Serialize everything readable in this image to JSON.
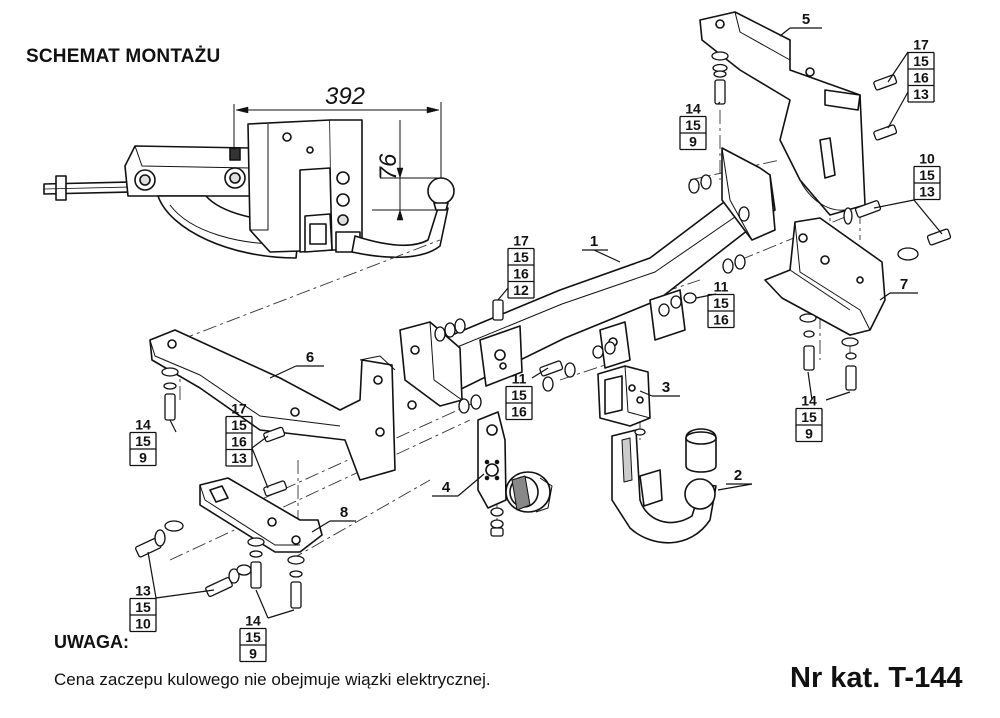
{
  "header": {
    "title": "SCHEMAT MONTAŻU"
  },
  "dimensions": {
    "width_label": "392",
    "height_label": "76"
  },
  "parts": [
    {
      "id": "part-1",
      "label": "1"
    },
    {
      "id": "part-2",
      "label": "2"
    },
    {
      "id": "part-3",
      "label": "3"
    },
    {
      "id": "part-4",
      "label": "4"
    },
    {
      "id": "part-5",
      "label": "5"
    },
    {
      "id": "part-6",
      "label": "6"
    },
    {
      "id": "part-7",
      "label": "7"
    },
    {
      "id": "part-8",
      "label": "8"
    }
  ],
  "stacks": [
    {
      "id": "s1",
      "rows": [
        "17",
        "15",
        "16",
        "13"
      ]
    },
    {
      "id": "s2",
      "rows": [
        "14",
        "15",
        "9"
      ]
    },
    {
      "id": "s3",
      "rows": [
        "10",
        "15",
        "13"
      ]
    },
    {
      "id": "s4",
      "rows": [
        "17",
        "15",
        "16",
        "12"
      ]
    },
    {
      "id": "s5",
      "rows": [
        "11",
        "15",
        "16"
      ]
    },
    {
      "id": "s6",
      "rows": [
        "11",
        "15",
        "16"
      ]
    },
    {
      "id": "s7",
      "rows": [
        "14",
        "15",
        "9"
      ]
    },
    {
      "id": "s8",
      "rows": [
        "14",
        "15",
        "9"
      ]
    },
    {
      "id": "s9",
      "rows": [
        "17",
        "15",
        "16",
        "13"
      ]
    },
    {
      "id": "s10",
      "rows": [
        "13",
        "15",
        "10"
      ]
    },
    {
      "id": "s11",
      "rows": [
        "14",
        "15",
        "9"
      ]
    }
  ],
  "footer": {
    "warning_title": "UWAGA:",
    "warning_text": "Cena zaczepu kulowego nie obejmuje wiązki elektrycznej.",
    "catalog_number": "Nr kat. T-144"
  }
}
